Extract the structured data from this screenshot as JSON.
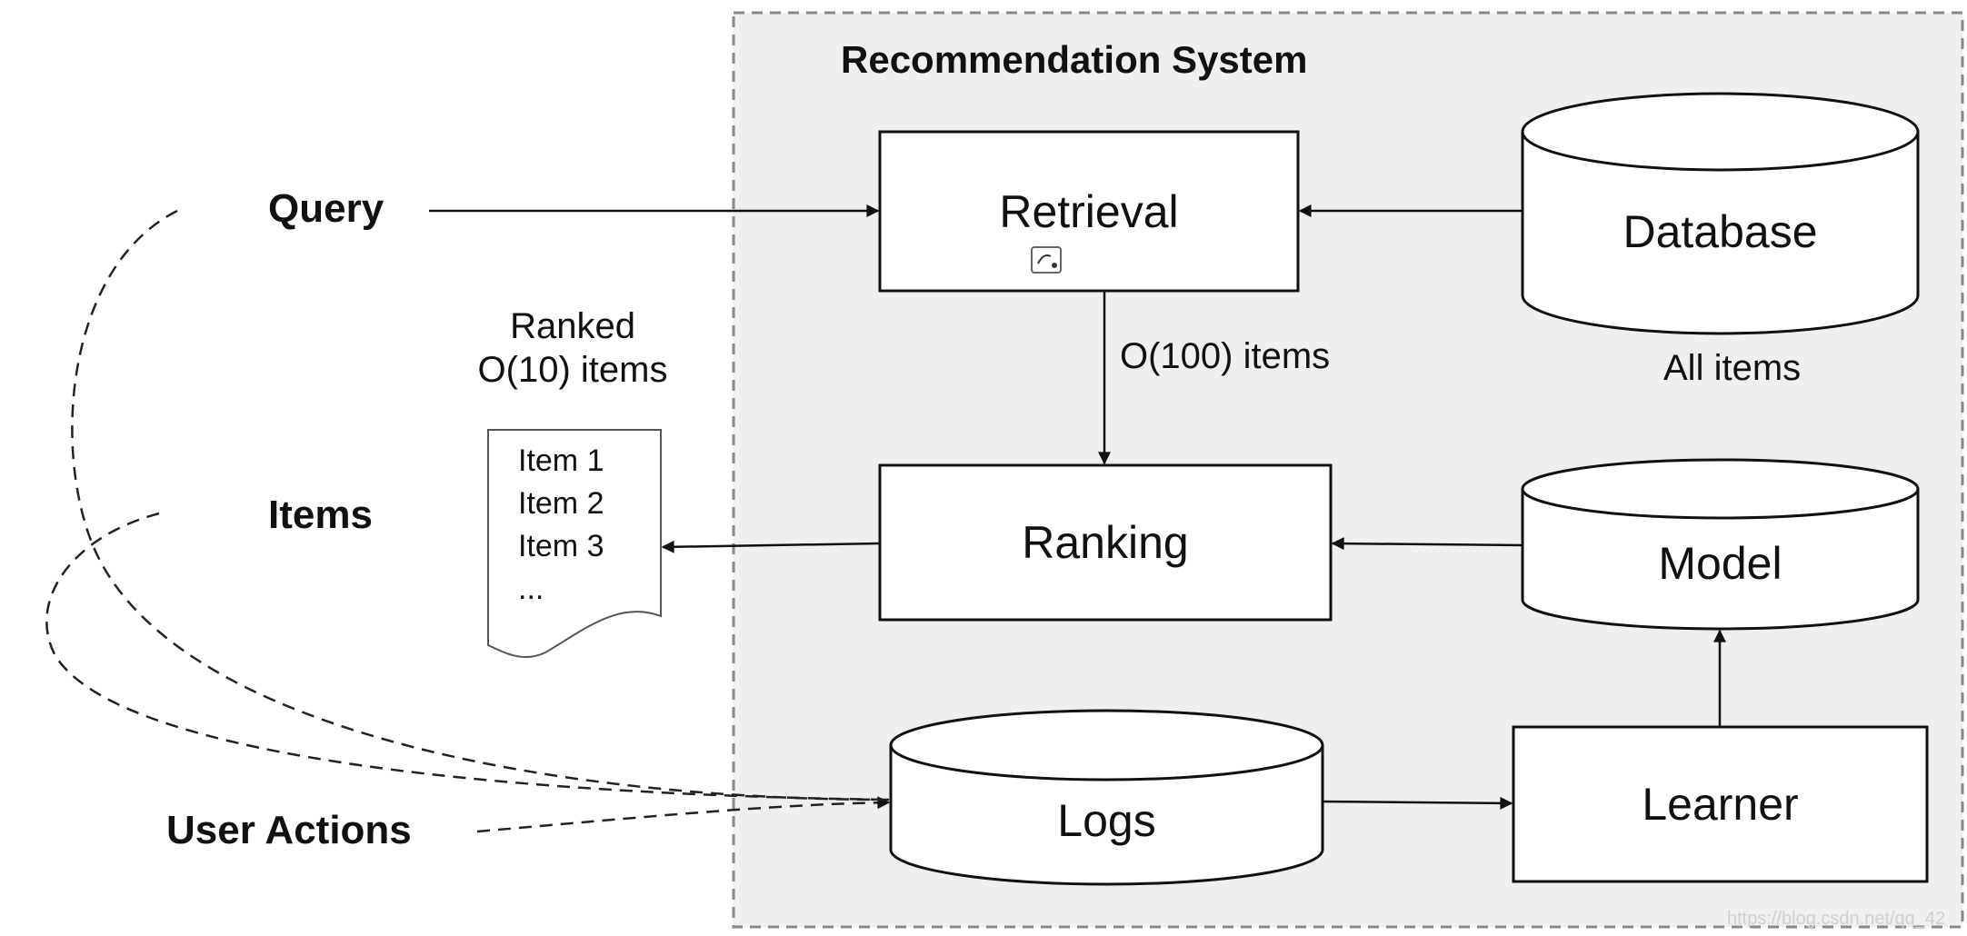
{
  "diagram": {
    "title": "Recommendation System",
    "inputs": {
      "query": "Query",
      "items": "Items",
      "user_actions": "User Actions"
    },
    "nodes": {
      "retrieval": "Retrieval",
      "ranking": "Ranking",
      "learner": "Learner",
      "database": "Database",
      "model": "Model",
      "logs": "Logs"
    },
    "annotations": {
      "all_items": "All items",
      "o100_items": "O(100) items",
      "ranked_line1": "Ranked",
      "ranked_line2": "O(10) items"
    },
    "ranked_list": [
      "Item 1",
      "Item 2",
      "Item 3",
      "..."
    ],
    "watermark": "https://blog.csdn.net/qq_42"
  },
  "colors": {
    "panel_fill": "#efefef",
    "stroke": "#111111",
    "dashed_border": "#888888"
  }
}
